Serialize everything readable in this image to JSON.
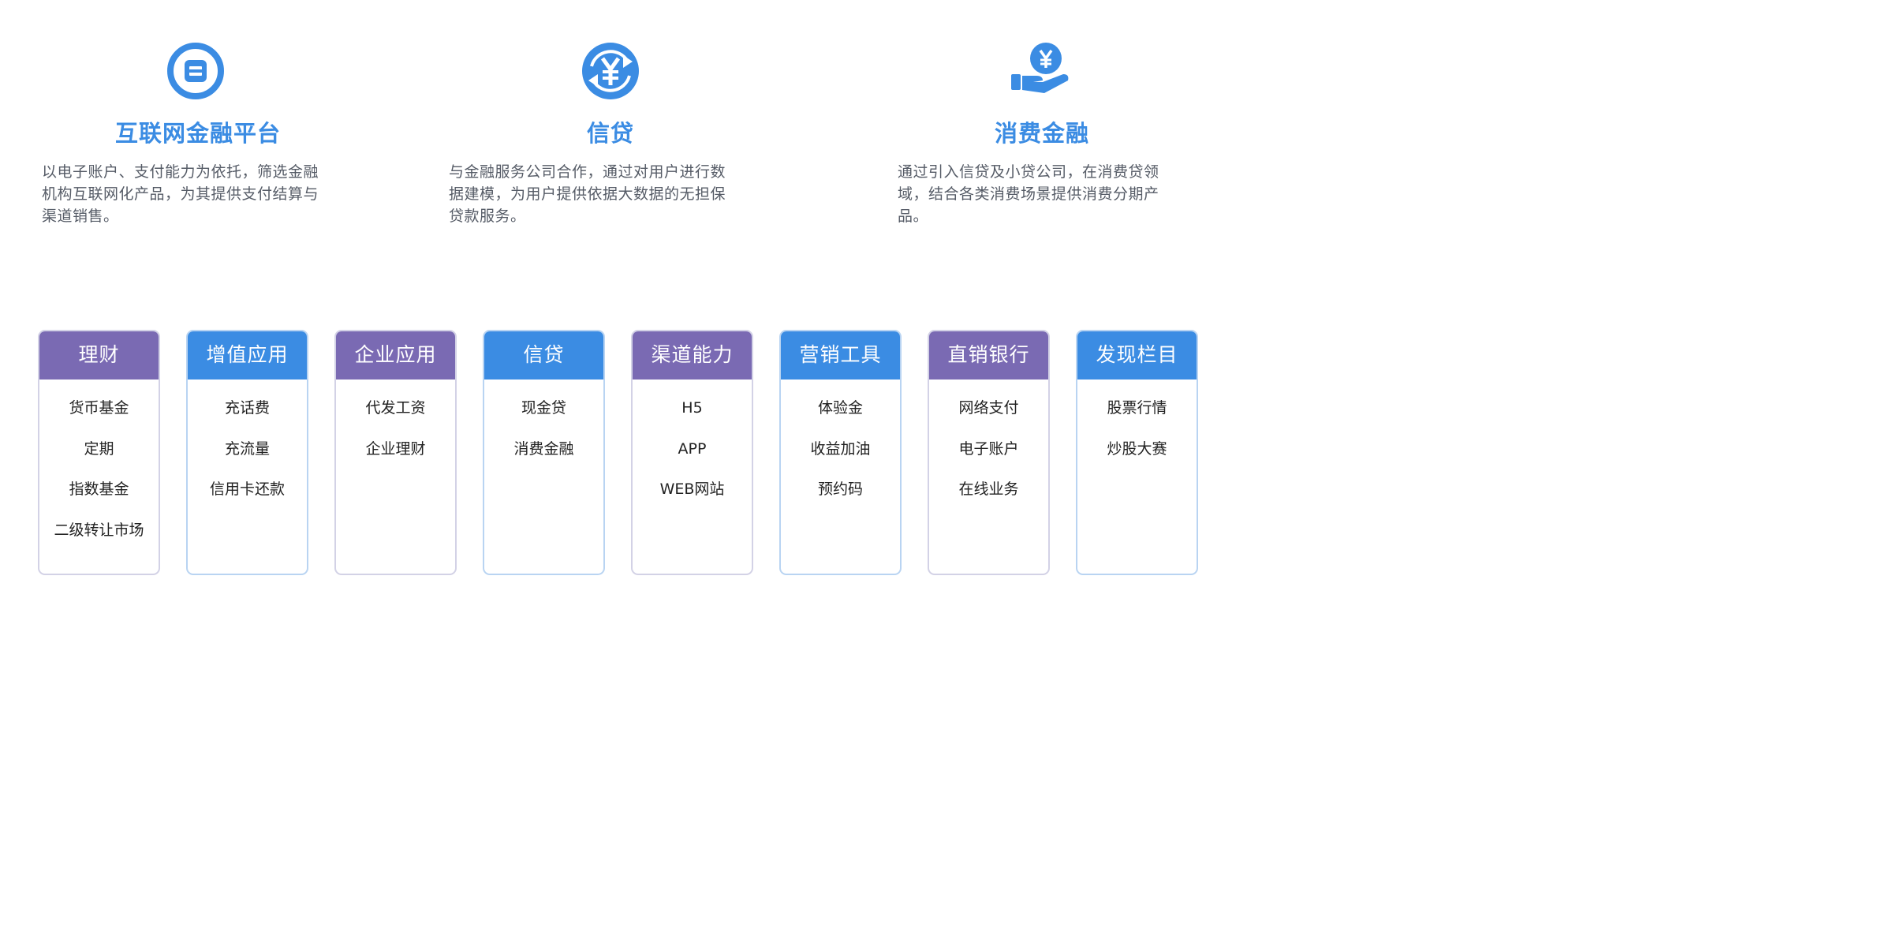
{
  "features": [
    {
      "title": "互联网金融平台",
      "desc_lines": [
        "以电子账户、支付能力为依托，筛选金融",
        "机构互联网化产品，为其提供支付结算与",
        "渠道销售。"
      ],
      "icon": "coin-icon"
    },
    {
      "title": "信贷",
      "desc_lines": [
        "与金融服务公司合作，通过对用户进行数",
        "据建模，为用户提供依据大数据的无担保",
        "贷款服务。"
      ],
      "icon": "yuan-exchange-icon"
    },
    {
      "title": "消费金融",
      "desc_lines": [
        "通过引入信贷及小贷公司，在消费贷领",
        "域，结合各类消费场景提供消费分期产",
        "品。"
      ],
      "icon": "hand-yuan-icon"
    }
  ],
  "colors": {
    "primary_blue": "#3b8ce3",
    "purple": "#7a6ab3",
    "text_gray": "#555b66"
  },
  "cards": [
    {
      "title": "理财",
      "color": "purple",
      "items": [
        "货币基金",
        "定期",
        "指数基金",
        "二级转让市场"
      ]
    },
    {
      "title": "增值应用",
      "color": "blue",
      "items": [
        "充话费",
        "充流量",
        "信用卡还款"
      ]
    },
    {
      "title": "企业应用",
      "color": "purple",
      "items": [
        "代发工资",
        "企业理财"
      ]
    },
    {
      "title": "信贷",
      "color": "blue",
      "items": [
        "现金贷",
        "消费金融"
      ]
    },
    {
      "title": "渠道能力",
      "color": "purple",
      "items": [
        "H5",
        "APP",
        "WEB网站"
      ]
    },
    {
      "title": "营销工具",
      "color": "blue",
      "items": [
        "体验金",
        "收益加油",
        "预约码"
      ]
    },
    {
      "title": "直销银行",
      "color": "purple",
      "items": [
        "网络支付",
        "电子账户",
        "在线业务"
      ]
    },
    {
      "title": "发现栏目",
      "color": "blue",
      "items": [
        "股票行情",
        "炒股大赛"
      ]
    }
  ]
}
